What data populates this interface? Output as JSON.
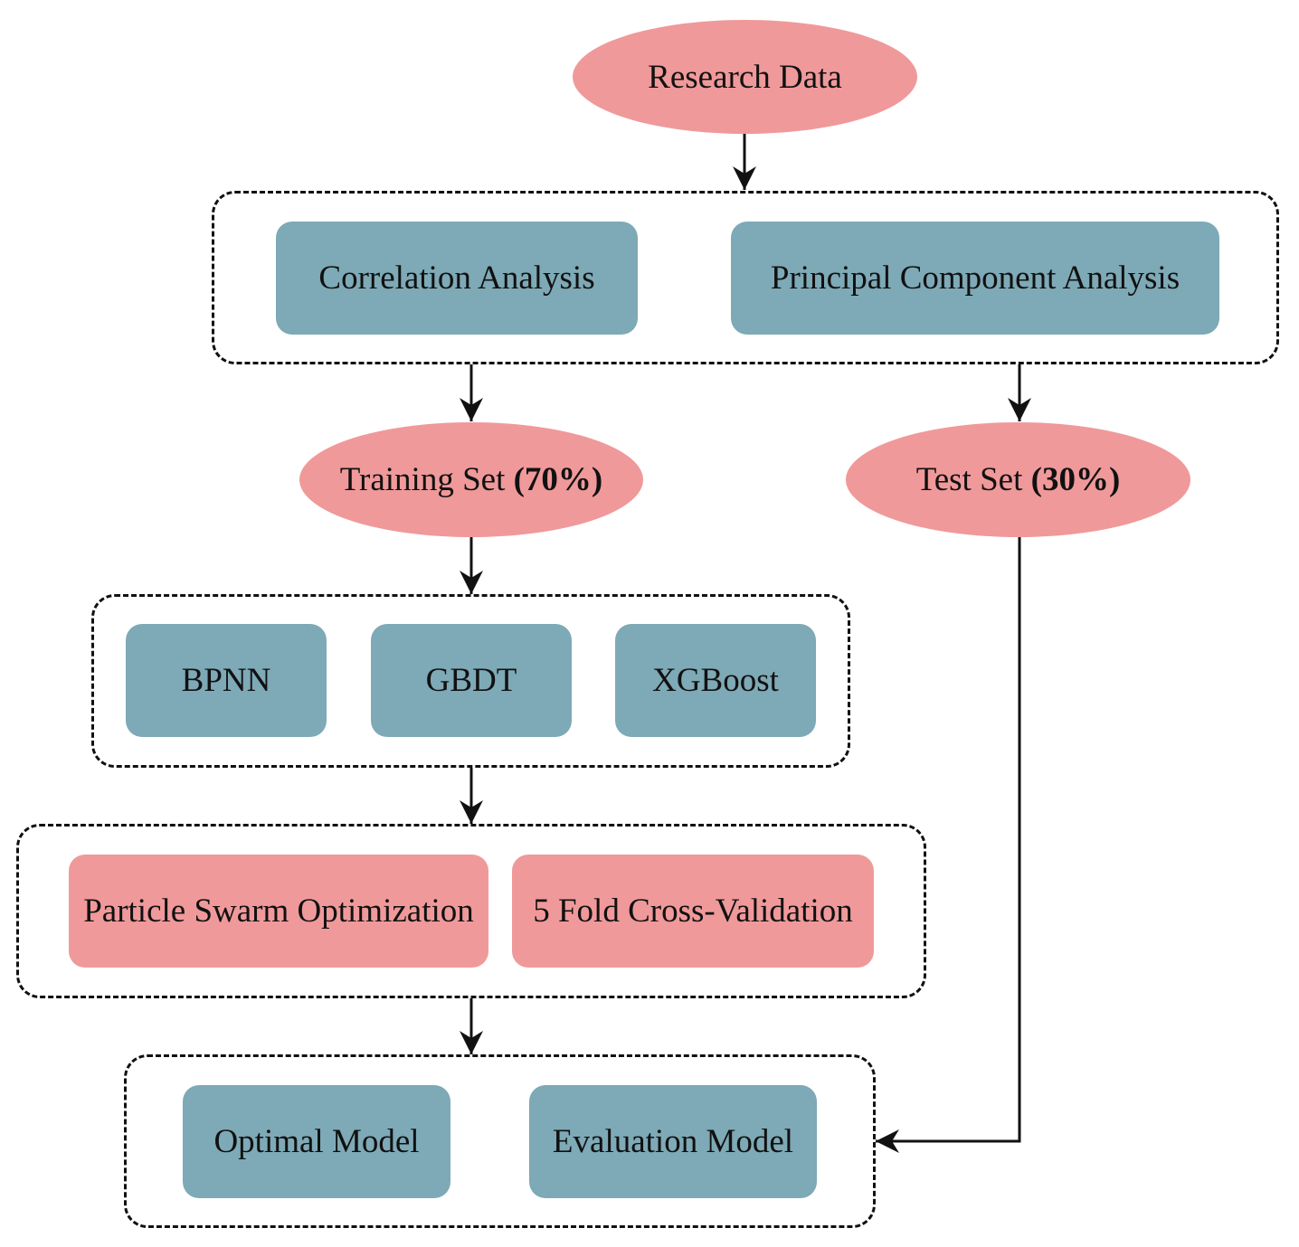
{
  "start": {
    "label": "Research Data"
  },
  "preprocessing": {
    "items": [
      "Correlation Analysis",
      "Principal Component Analysis"
    ]
  },
  "split": {
    "training": {
      "label": "Training Set ",
      "share": "(70%)"
    },
    "test": {
      "label": "Test Set ",
      "share": "(30%)"
    }
  },
  "models": {
    "items": [
      "BPNN",
      "GBDT",
      "XGBoost"
    ]
  },
  "tuning": {
    "items": [
      "Particle Swarm Optimization",
      "5 Fold Cross-Validation"
    ]
  },
  "output": {
    "items": [
      "Optimal Model",
      "Evaluation Model"
    ]
  },
  "colors": {
    "ellipse_fill": "#f0999a",
    "teal_box": "#7ea9b6",
    "pink_box": "#f0999a",
    "line": "#111111"
  }
}
